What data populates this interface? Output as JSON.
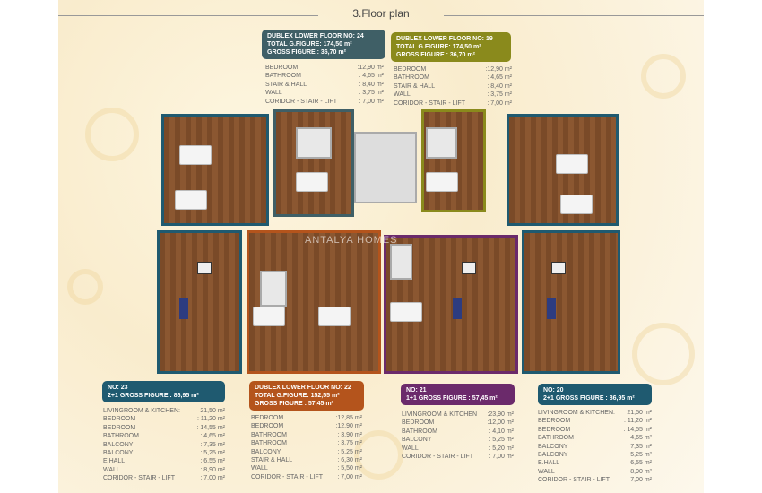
{
  "title": "3.Floor plan",
  "watermark": "ANTALYA HOMES",
  "colors": {
    "unit24": "#3f5f66",
    "unit19": "#8a8a1c",
    "unit23": "#1f5a70",
    "unit22": "#b4541c",
    "unit21": "#6b2a6b",
    "unit20": "#1f5a70"
  },
  "units": {
    "u24": {
      "header": [
        "DUBLEX LOWER FLOOR NO: 24",
        "TOTAL G.FIGURE: 174,50 m²",
        "GROSS FIGURE : 36,70 m²"
      ],
      "rows": [
        [
          "BEDROOM",
          ":12,90 m²"
        ],
        [
          "BATHROOM",
          ": 4,65 m²"
        ],
        [
          "STAIR & HALL",
          ": 8,40 m²"
        ],
        [
          "WALL",
          ": 3,75 m²"
        ],
        [
          "CORIDOR - STAIR - LIFT",
          ": 7,00 m²"
        ]
      ]
    },
    "u19": {
      "header": [
        "DUBLEX LOWER FLOOR NO: 19",
        "TOTAL G.FIGURE: 174,50 m²",
        "GROSS FIGURE : 36,70 m²"
      ],
      "rows": [
        [
          "BEDROOM",
          ":12,90 m²"
        ],
        [
          "BATHROOM",
          ": 4,65 m²"
        ],
        [
          "STAIR & HALL",
          ": 8,40 m²"
        ],
        [
          "WALL",
          ": 3,75 m²"
        ],
        [
          "CORIDOR - STAIR - LIFT",
          ": 7,00 m²"
        ]
      ]
    },
    "u23": {
      "header": [
        "NO: 23",
        "2+1 GROSS FIGURE : 86,95 m²"
      ],
      "rows": [
        [
          "LIVINGROOM & KITCHEN:",
          "21,50 m²"
        ],
        [
          "BEDROOM",
          ": 11,20 m²"
        ],
        [
          "BEDROOM",
          ": 14,55 m²"
        ],
        [
          "BATHROOM",
          ": 4,65 m²"
        ],
        [
          "BALCONY",
          ": 7,35 m²"
        ],
        [
          "BALCONY",
          ": 5,25 m²"
        ],
        [
          "E.HALL",
          ": 6,55 m²"
        ],
        [
          "WALL",
          ": 8,90 m²"
        ],
        [
          "CORIDOR - STAIR - LIFT",
          ": 7,00 m²"
        ]
      ]
    },
    "u22": {
      "header": [
        "DUBLEX LOWER FLOOR NO: 22",
        "TOTAL G.FIGURE: 152,55 m²",
        "GROSS FIGURE : 57,45 m²"
      ],
      "rows": [
        [
          "BEDROOM",
          ":12,85 m²"
        ],
        [
          "BEDROOM",
          ":12,90 m²"
        ],
        [
          "BATHROOM",
          ": 3,90 m²"
        ],
        [
          "BATHROOM",
          ": 3,75 m²"
        ],
        [
          "BALCONY",
          ": 5,25 m²"
        ],
        [
          "STAIR & HALL",
          ": 6,30 m²"
        ],
        [
          "WALL",
          ": 5,50 m²"
        ],
        [
          "CORIDOR - STAIR - LIFT",
          ": 7,00 m²"
        ]
      ]
    },
    "u21": {
      "header": [
        "NO: 21",
        "1+1 GROSS FIGURE : 57,45 m²"
      ],
      "rows": [
        [
          "LIVINGROOM & KITCHEN",
          ":23,90 m²"
        ],
        [
          "BEDROOM",
          ":12,00 m²"
        ],
        [
          "BATHROOM",
          ": 4,10 m²"
        ],
        [
          "BALCONY",
          ": 5,25 m²"
        ],
        [
          "WALL",
          ": 5,20 m²"
        ],
        [
          "CORIDOR - STAIR - LIFT",
          ": 7,00 m²"
        ]
      ]
    },
    "u20": {
      "header": [
        "NO: 20",
        "2+1 GROSS FIGURE : 86,95 m²"
      ],
      "rows": [
        [
          "LIVINGROOM & KITCHEN:",
          "21,50 m²"
        ],
        [
          "BEDROOM",
          ": 11,20 m²"
        ],
        [
          "BEDROOM",
          ": 14,55 m²"
        ],
        [
          "BATHROOM",
          ": 4,65 m²"
        ],
        [
          "BALCONY",
          ": 7,35 m²"
        ],
        [
          "BALCONY",
          ": 5,25 m²"
        ],
        [
          "E.HALL",
          ": 6,55 m²"
        ],
        [
          "WALL",
          ": 8,90 m²"
        ],
        [
          "CORIDOR - STAIR - LIFT",
          ": 7,00 m²"
        ]
      ]
    }
  }
}
